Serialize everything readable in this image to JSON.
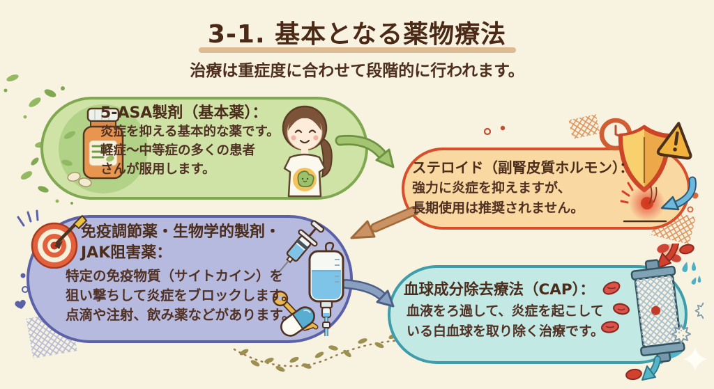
{
  "header": {
    "title": "3-1. 基本となる薬物療法",
    "subtitle": "治療は重症度に合わせて段階的に行われます。"
  },
  "steps": [
    {
      "key": "5asa",
      "title": "5-ASA製剤（基本薬）：",
      "body": "炎症を抑える基本的な薬です。\n軽症〜中等症の多くの患者\nさんが服用します。",
      "bubble_fill": "#cfe3a6",
      "bubble_border": "#7fa851",
      "icons": [
        "pill-bottle-icon",
        "leaf-icon",
        "tablet-pills-icon",
        "patient-woman-icon",
        "stomach-icon"
      ]
    },
    {
      "key": "steroid",
      "title": "ステロイド（副腎皮質ホルモン）：",
      "body": "強力に炎症を抑えますが、\n長期使用は推奨されません。",
      "bubble_fill": "#f9d8a1",
      "bubble_border": "#d84e2a",
      "icons": [
        "clock-icon",
        "shield-icon",
        "warning-triangle-icon",
        "inflammation-icon",
        "curved-arrow-icon"
      ]
    },
    {
      "key": "immuno",
      "title": "免疫調節薬・生物学的製剤・\nJAK阻害薬：",
      "body": "特定の免疫物質（サイトカイン）を\n狙い撃ちして炎症をブロックします。\n点滴や注射、飲み薬などがあります。",
      "bubble_fill": "#b7badf",
      "bubble_border": "#5a61a6",
      "icons": [
        "target-arrow-icon",
        "syringe-icon",
        "iv-drip-icon",
        "capsule-key-icon"
      ]
    },
    {
      "key": "cap",
      "title": "血球成分除去療法（CAP）：",
      "body": "血液をろ過して、炎症を起こして\nいる白血球を取り除く治療です。",
      "bubble_fill": "#c3e9e5",
      "bubble_border": "#3e9dab",
      "icons": [
        "red-blood-cells-icon",
        "apheresis-column-icon",
        "white-blood-cells-icon",
        "drop-icon"
      ]
    }
  ],
  "connections": [
    {
      "from": "5asa",
      "to": "steroid",
      "color": "#a3c571"
    },
    {
      "from": "steroid",
      "to": "immuno",
      "color": "#cb9364"
    },
    {
      "from": "immuno",
      "to": "cap",
      "color": "#8aa0c0"
    }
  ],
  "colors": {
    "background": "#f8f2e0",
    "heading_text": "#4a2a16",
    "body_text": "#503124",
    "title_underline": "#ddbb92"
  }
}
